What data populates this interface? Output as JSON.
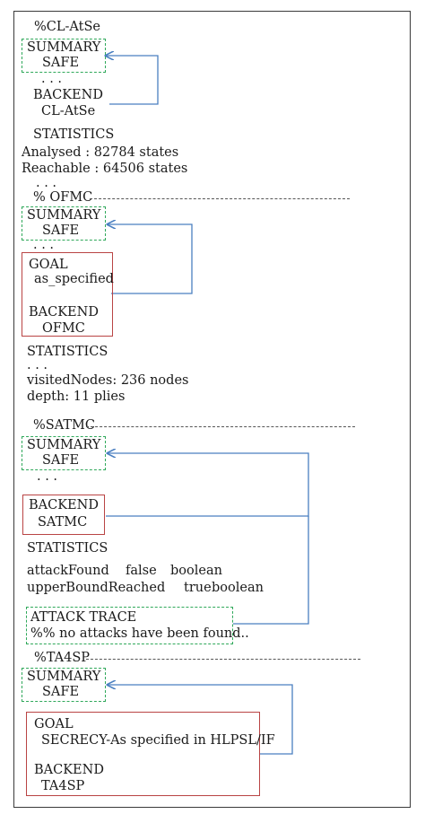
{
  "colors": {
    "summary_box": "#2fa85a",
    "goal_box": "#b94444",
    "link": "#4a7fc0",
    "frame": "#3a3a3a"
  },
  "clatse": {
    "header": "%CL-AtSe",
    "summary": "SUMMARY",
    "safe": "SAFE",
    "dots1": ". . .",
    "backend": "BACKEND",
    "backend_name": "CL-AtSe",
    "statistics": "STATISTICS",
    "analysed": "Analysed : 82784 states",
    "reachable": "Reachable : 64506 states",
    "dots2": ". . ."
  },
  "ofmc": {
    "header": "% OFMC",
    "summary": "SUMMARY",
    "safe": "SAFE",
    "dots1": ". . .",
    "goal": "GOAL",
    "goal_value": "as_specified",
    "backend": "BACKEND",
    "backend_name": "OFMC",
    "statistics": "STATISTICS",
    "dots2": ". . .",
    "visited": "visitedNodes: 236 nodes",
    "depth": "depth: 11 plies"
  },
  "satmc": {
    "header": "%SATMC",
    "summary": "SUMMARY",
    "safe": "SAFE",
    "dots1": ". . .",
    "backend": "BACKEND",
    "backend_name": "SATMC",
    "statistics": "STATISTICS",
    "row1": {
      "name": "attackFound",
      "value": "false",
      "type": "boolean"
    },
    "row2": {
      "name": "upperBoundReached",
      "value": "true",
      "type": "boolean"
    },
    "attack_trace": "ATTACK TRACE",
    "attack_text": "%% no attacks have been found.."
  },
  "ta4sp": {
    "header": "%TA4SP",
    "summary": "SUMMARY",
    "safe": "SAFE",
    "goal": "GOAL",
    "goal_value": "SECRECY-As specified in HLPSL/IF",
    "backend": "BACKEND",
    "backend_name": "TA4SP"
  }
}
